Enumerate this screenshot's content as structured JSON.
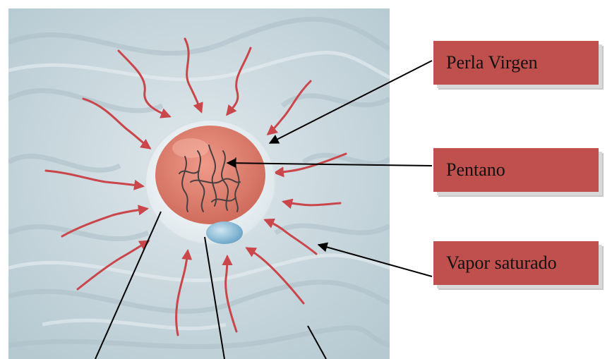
{
  "labels": {
    "perla": "Perla Virgen",
    "pentano": "Pentano",
    "vapor": "Vapor saturado"
  },
  "colors": {
    "label_fill": "#c0504d",
    "arrow": "#c9464b",
    "bead": "#e08878",
    "background": "#c6d6dd"
  }
}
